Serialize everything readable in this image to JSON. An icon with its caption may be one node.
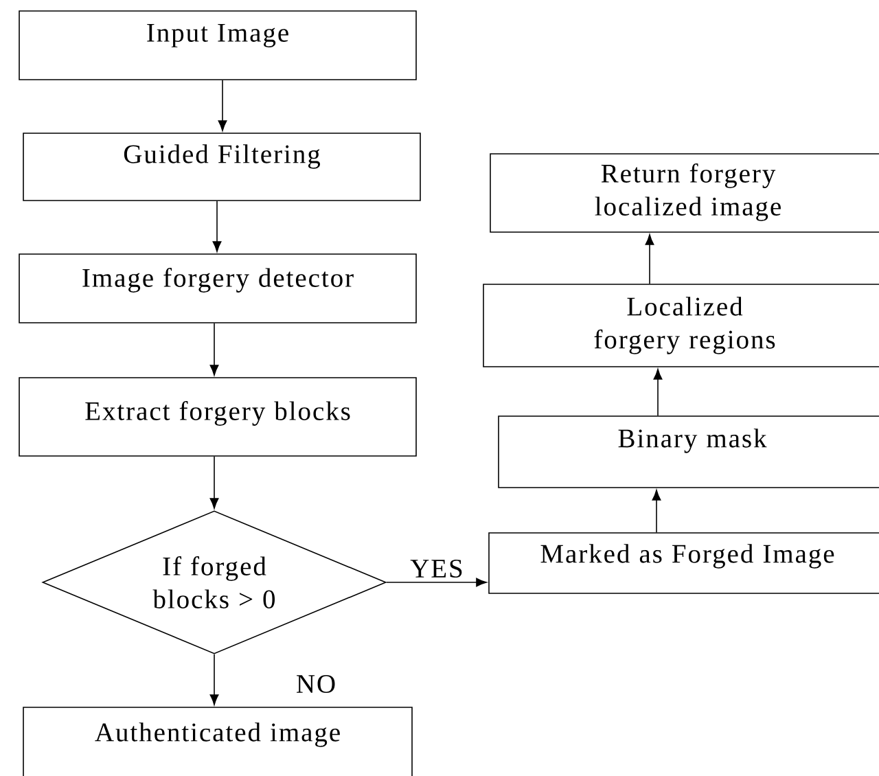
{
  "diagram": {
    "nodes": [
      {
        "text": [
          "Input Image"
        ]
      },
      {
        "text": [
          "Guided Filtering"
        ]
      },
      {
        "text": [
          "Image forgery detector"
        ]
      },
      {
        "text": [
          "Extract forgery blocks"
        ]
      },
      {
        "text": [
          "If forged blocks > 0"
        ]
      },
      {
        "text": [
          "Authenticated image"
        ]
      },
      {
        "text": [
          "Marked as Forged Image"
        ]
      },
      {
        "text": [
          "Binary mask"
        ]
      },
      {
        "text": [
          "Localized forgery regions"
        ]
      },
      {
        "text": [
          "Return forgery localized image"
        ]
      }
    ],
    "edges": [
      {
        "from": 0,
        "to": 1,
        "arrow": "to"
      },
      {
        "from": 1,
        "to": 2,
        "arrow": "to"
      },
      {
        "from": 2,
        "to": 3,
        "arrow": "to"
      },
      {
        "from": 3,
        "to": 4,
        "arrow": "to"
      },
      {
        "from": 4,
        "to": 6,
        "arrow": "to",
        "label": "YES"
      },
      {
        "from": 4,
        "to": 5,
        "arrow": "to",
        "label": "NO"
      },
      {
        "from": 6,
        "to": 7,
        "arrow": "to"
      },
      {
        "from": 7,
        "to": 8,
        "arrow": "to"
      },
      {
        "from": 8,
        "to": 9,
        "arrow": "to"
      }
    ]
  }
}
